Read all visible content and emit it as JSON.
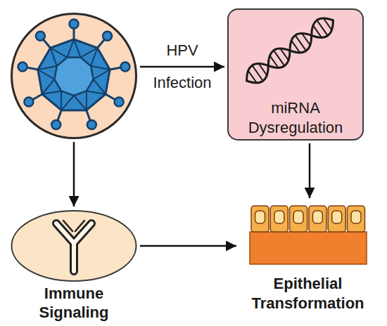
{
  "diagram": {
    "nodes": [
      {
        "text": []
      },
      {
        "text": [
          "miRNA Dysregulation"
        ]
      },
      {
        "text": [
          "Immune Signaling"
        ]
      },
      {
        "text": [
          "Epithelial Transformation"
        ]
      }
    ],
    "edges": [
      {
        "from": 0,
        "to": 1,
        "arrow": "to",
        "label": "HPV Infection"
      },
      {
        "from": 0,
        "to": 2,
        "arrow": "to"
      },
      {
        "from": 1,
        "to": 3,
        "arrow": "to"
      },
      {
        "from": 2,
        "to": 3,
        "arrow": "to"
      }
    ]
  }
}
